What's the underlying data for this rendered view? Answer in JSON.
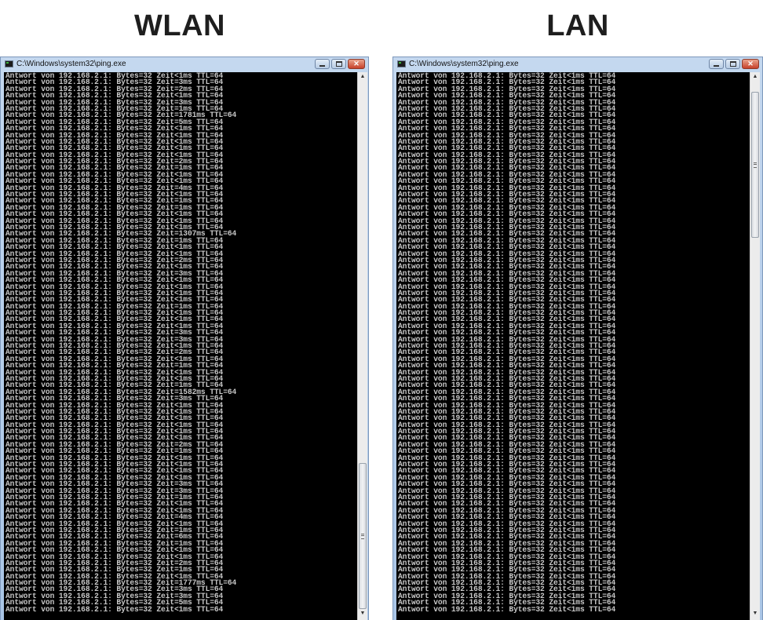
{
  "headings": {
    "wlan": "WLAN",
    "lan": "LAN"
  },
  "windows": {
    "wlan": {
      "title": "C:\\Windows\\system32\\ping.exe",
      "scroll_position": "bottom",
      "ping_times": [
        "<1",
        "3",
        "2",
        "<1",
        "3",
        "1",
        "1781",
        "5",
        "<1",
        "<1",
        "<1",
        "<1",
        "<1",
        "2",
        "1",
        "<1",
        "<1",
        "4",
        "<1",
        "1",
        "1",
        "<1",
        "<1",
        "<1",
        "1307",
        "1",
        "<1",
        "<1",
        "2",
        "<1",
        "3",
        "<1",
        "<1",
        "<1",
        "<1",
        "1",
        "<1",
        "<1",
        "<1",
        "3",
        "3",
        "<1",
        "2",
        "<1",
        "1",
        "<1",
        "<1",
        "1",
        "1582",
        "3",
        "<1",
        "<1",
        "<1",
        "<1",
        "<1",
        "<1",
        "2",
        "1",
        "<1",
        "<1",
        "<1",
        "<1",
        "3",
        "3",
        "1",
        "<1",
        "<1",
        "4",
        "<1",
        "1",
        "6",
        "1",
        "<1",
        "<1",
        "2",
        "1",
        "<1",
        "1777",
        "3",
        "3",
        "5",
        "<1"
      ]
    },
    "lan": {
      "title": "C:\\Windows\\system32\\ping.exe",
      "scroll_position": "top",
      "line_count": 82,
      "ping_time": "<1"
    }
  },
  "line_template": {
    "prefix": "Antwort von 192.168.2.1: Bytes=32 Zeit",
    "suffix": "ms TTL=64"
  },
  "icons": {
    "app": "console-app-icon",
    "minimize": "minimize-icon",
    "maximize": "maximize-icon",
    "close": "close-icon",
    "scroll_up": "▲",
    "scroll_down": "▼",
    "close_glyph": "✕"
  },
  "colors": {
    "console_bg": "#000000",
    "console_text": "#c8c8c8",
    "titlebar": "#b9d1ea",
    "close_button": "#c7412a"
  }
}
